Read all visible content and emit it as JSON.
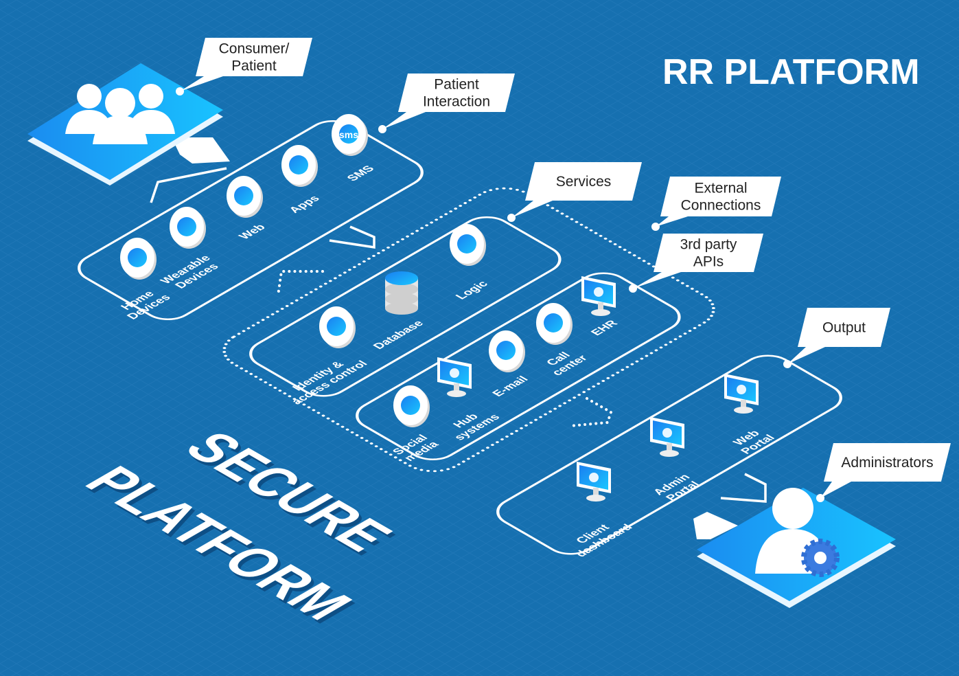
{
  "title": "RR PLATFORM",
  "watermark": [
    "SECURE",
    "PLATFORM"
  ],
  "colors": {
    "background": "#1670b0",
    "accent": "#1aa3f5",
    "white": "#ffffff"
  },
  "callouts": [
    {
      "lines": [
        "Consumer/",
        "Patient"
      ]
    },
    {
      "lines": [
        "Patient",
        "Interaction"
      ]
    },
    {
      "lines": [
        "Services"
      ]
    },
    {
      "lines": [
        "External",
        "Connections"
      ]
    },
    {
      "lines": [
        "3rd party",
        "APIs"
      ]
    },
    {
      "lines": [
        "Output"
      ]
    },
    {
      "lines": [
        "Administrators"
      ]
    }
  ],
  "patient_interaction": [
    {
      "icon": "home-wifi-icon",
      "lines": [
        "Home",
        "Devices"
      ]
    },
    {
      "icon": "wearable-heart-icon",
      "lines": [
        "Wearable",
        "Devices"
      ]
    },
    {
      "icon": "globe-icon",
      "lines": [
        "Web"
      ]
    },
    {
      "icon": "apps-icon",
      "lines": [
        "Apps"
      ]
    },
    {
      "icon": "sms-icon",
      "lines": [
        "SMS"
      ],
      "badge": "sms"
    }
  ],
  "services": [
    {
      "icon": "lock-shield-icon",
      "lines": [
        "Identity &",
        "access control"
      ]
    },
    {
      "icon": "database-icon",
      "lines": [
        "Database"
      ]
    },
    {
      "icon": "gears-head-icon",
      "lines": [
        "Logic"
      ]
    }
  ],
  "external": [
    {
      "icon": "social-icon",
      "lines": [
        "Social",
        "media"
      ]
    },
    {
      "icon": "hub-monitor-icon",
      "lines": [
        "Hub",
        "systems"
      ]
    },
    {
      "icon": "at-sign-icon",
      "lines": [
        "E-mail"
      ]
    },
    {
      "icon": "headset-icon",
      "lines": [
        "Call",
        "center"
      ]
    },
    {
      "icon": "medical-monitor-icon",
      "lines": [
        "EHR"
      ]
    }
  ],
  "output": [
    {
      "icon": "chart-monitor-icon",
      "lines": [
        "Client",
        "dashboard"
      ]
    },
    {
      "icon": "gears-monitor-icon",
      "lines": [
        "Admin",
        "Portal"
      ]
    },
    {
      "icon": "globe-monitor-icon",
      "lines": [
        "Web",
        "Portal"
      ]
    }
  ]
}
